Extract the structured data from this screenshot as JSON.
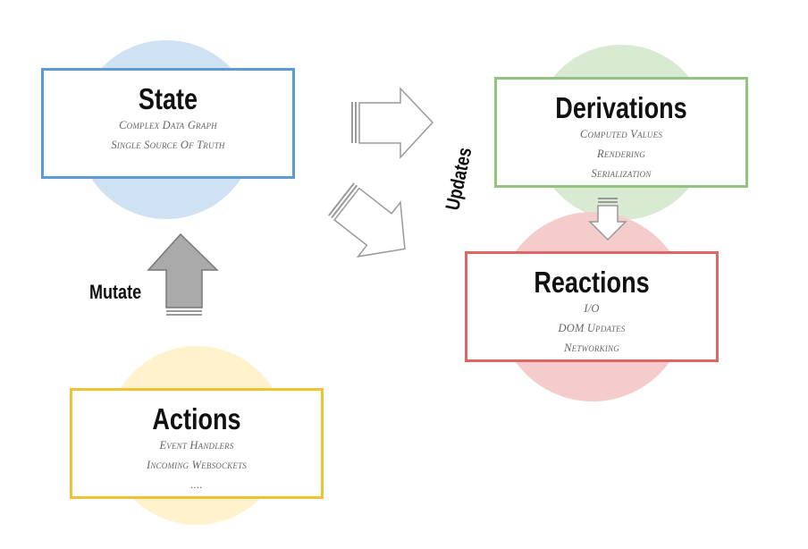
{
  "colors": {
    "state": "#5b9bd5",
    "state_fill": "#cfe2f3",
    "derivations": "#93c47d",
    "derivations_fill": "#d9ead3",
    "reactions": "#e06666",
    "reactions_fill": "#f4cccc",
    "actions": "#f1c232",
    "actions_fill": "#fff2cc",
    "arrow_gray": "#aaaaaa"
  },
  "state": {
    "title": "State",
    "lines": [
      "Complex Data Graph",
      "Single Source Of Truth"
    ]
  },
  "derivations": {
    "title": "Derivations",
    "lines": [
      "Computed Values",
      "Rendering",
      "Serialization"
    ]
  },
  "reactions": {
    "title": "Reactions",
    "lines": [
      "I/O",
      "DOM Updates",
      "Networking"
    ]
  },
  "actions": {
    "title": "Actions",
    "lines": [
      "Event Handlers",
      "Incoming Websockets",
      "...."
    ]
  },
  "labels": {
    "mutate": "Mutate",
    "updates": "Updates"
  }
}
